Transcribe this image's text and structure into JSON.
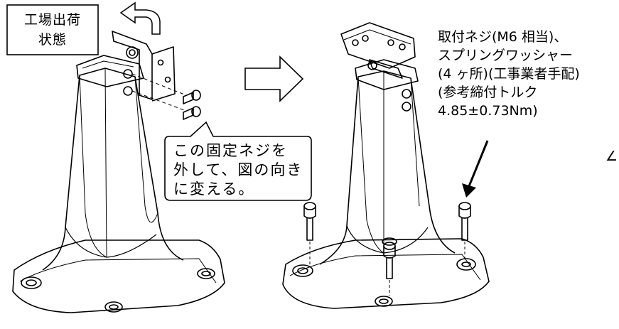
{
  "factory_label": {
    "lines": [
      "工場出荷",
      "状態"
    ]
  },
  "callout": {
    "lines": [
      "この固定ネジを",
      "外して、図の向き",
      "に変える。"
    ]
  },
  "spec_note": {
    "lines": [
      "取付ネジ(M6 相当)、",
      "スプリングワッシャー",
      "(4 ヶ所)(工事業者手配)",
      "(参考締付トルク",
      "4.85±0.73Nm)"
    ]
  },
  "stray_mark": "∠"
}
